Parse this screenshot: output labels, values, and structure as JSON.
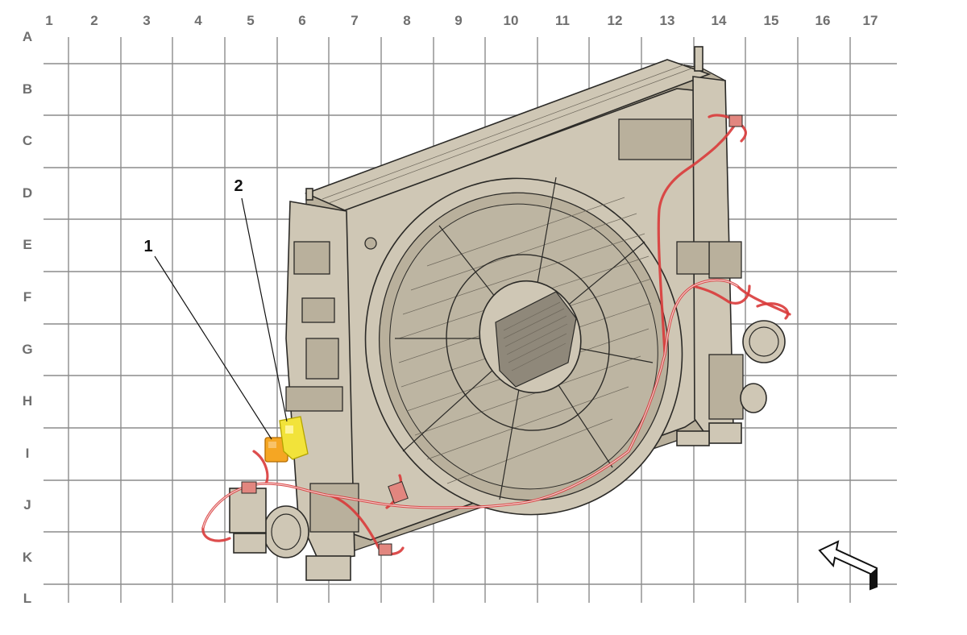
{
  "grid": {
    "columns": [
      "1",
      "2",
      "3",
      "4",
      "5",
      "6",
      "7",
      "8",
      "9",
      "10",
      "11",
      "12",
      "13",
      "14",
      "15",
      "16",
      "17"
    ],
    "rows": [
      "A",
      "B",
      "C",
      "D",
      "E",
      "F",
      "G",
      "H",
      "I",
      "J",
      "K",
      "L"
    ]
  },
  "callouts": [
    {
      "label": "1",
      "part": "connector",
      "color": "#f5a623"
    },
    {
      "label": "2",
      "part": "connector",
      "color": "#f2e33a"
    }
  ],
  "colors": {
    "assembly": "#cfc7b5",
    "harness": "#d93a3a",
    "grid": "#8c8c8c"
  },
  "icons": [
    "orientation-arrow-icon"
  ]
}
